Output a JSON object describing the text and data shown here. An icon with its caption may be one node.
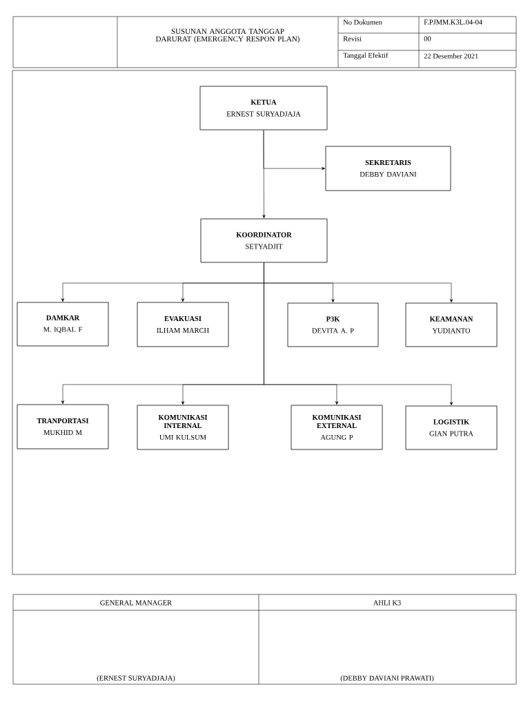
{
  "diagram": {
    "title": "SUSUNAN ANGGOTA TANGGAP DARURAT (EMERGENCY RESPON PLAN)",
    "nodes": [
      {
        "text": [
          "KETUA",
          "ERNEST SURYADJAJA"
        ]
      },
      {
        "text": [
          "SEKRETARIS",
          "DEBBY DAVIANI"
        ]
      },
      {
        "text": [
          "KOORDINATOR",
          "SETYADJIT"
        ]
      },
      {
        "text": [
          "DAMKAR",
          "M. IQBAL F"
        ]
      },
      {
        "text": [
          "EVAKUASI",
          "ILHAM MARCH"
        ]
      },
      {
        "text": [
          "P3K",
          "DEVITA A. P"
        ]
      },
      {
        "text": [
          "KEAMANAN",
          "YUDIANTO"
        ]
      },
      {
        "text": [
          "TRANPORTASI",
          "MUKHID M"
        ]
      },
      {
        "text": [
          "KOMUNIKASI INTERNAL",
          "UMI KULSUM"
        ]
      },
      {
        "text": [
          "KOMUNIKASI EXTERNAL",
          "AGUNG P"
        ]
      },
      {
        "text": [
          "LOGISTIK",
          "GIAN PUTRA"
        ]
      }
    ],
    "edges": [
      {
        "from": 0,
        "to": 1,
        "arrow": "to"
      },
      {
        "from": 0,
        "to": 2,
        "arrow": "to"
      },
      {
        "from": 2,
        "to": 3,
        "arrow": "to"
      },
      {
        "from": 2,
        "to": 4,
        "arrow": "to"
      },
      {
        "from": 2,
        "to": 5,
        "arrow": "to"
      },
      {
        "from": 2,
        "to": 6,
        "arrow": "to"
      },
      {
        "from": 2,
        "to": 7,
        "arrow": "to"
      },
      {
        "from": 2,
        "to": 8,
        "arrow": "to"
      },
      {
        "from": 2,
        "to": 9,
        "arrow": "to"
      },
      {
        "from": 2,
        "to": 10,
        "arrow": "to"
      }
    ],
    "labels": [
      "No Dokumen",
      "F.PJMM.K3L.04-04",
      "Revisi",
      "00",
      "Tanggal Efektif",
      "22 Desember 2021",
      "GENERAL MANAGER",
      "AHLI K3",
      "(ERNEST SURYADJAJA)",
      "(DEBBY DAVIANI PRAWATI)"
    ]
  }
}
